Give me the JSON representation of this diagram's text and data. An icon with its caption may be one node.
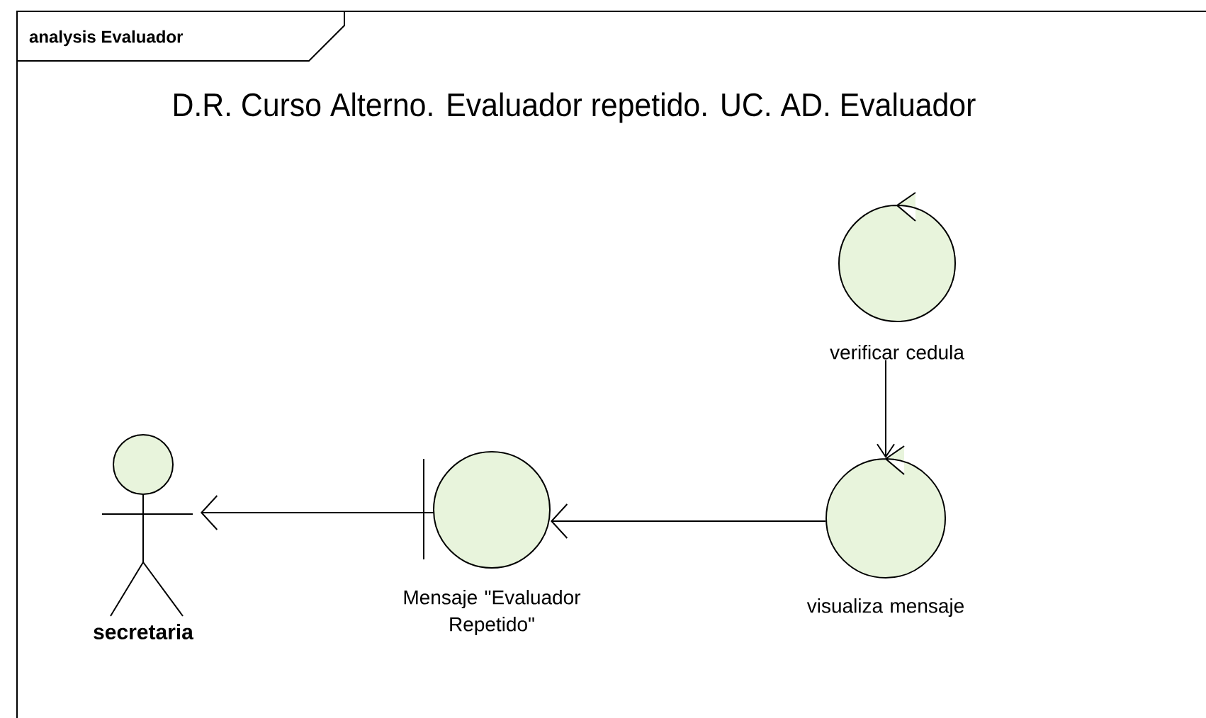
{
  "diagram": {
    "title": "analysis Evaluador",
    "nodes": [
      {
        "text": [
          "secretaria"
        ]
      },
      {
        "text": [
          "Mensaje \"Evaluador Repetido\""
        ]
      },
      {
        "text": [
          "verificar cedula"
        ]
      },
      {
        "text": [
          "visualiza mensaje"
        ]
      }
    ],
    "edges": [
      {
        "from": 1,
        "to": 0,
        "arrow": "to"
      },
      {
        "from": 3,
        "to": 1,
        "arrow": "to"
      },
      {
        "from": 2,
        "to": 3,
        "arrow": "to"
      }
    ],
    "labels": [
      "D.R. Curso Alterno. Evaluador repetido. UC. AD. Evaluador"
    ]
  }
}
